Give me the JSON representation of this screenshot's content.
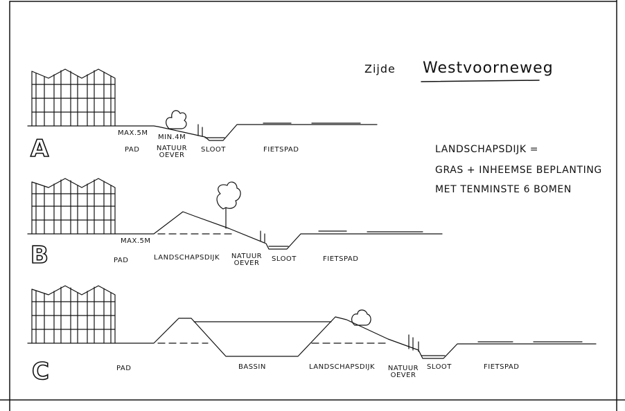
{
  "title": {
    "prefix": "Zijde",
    "name": "Westvoorneweg"
  },
  "note": {
    "lines": [
      "LANDSCHAPSDIJK =",
      "GRAS + INHEEMSE BEPLANTING",
      "MET TENMINSTE 6 BOMEN"
    ]
  },
  "sections": {
    "a": {
      "letter": "A",
      "labels": {
        "max": "MAX.5M",
        "min": "MIN.4M",
        "pad": "PAD",
        "natuuroever": "NATUUR OEVER",
        "sloot": "SLOOT",
        "fietspad": "FIETSPAD"
      }
    },
    "b": {
      "letter": "B",
      "labels": {
        "max": "MAX.5M",
        "pad": "PAD",
        "landschapsdijk": "LANDSCHAPSDIJK",
        "natuuroever": "NATUUR OEVER",
        "sloot": "SLOOT",
        "fietspad": "FIETSPAD"
      }
    },
    "c": {
      "letter": "C",
      "labels": {
        "pad": "PAD",
        "bassin": "BASSIN",
        "landschapsdijk": "LANDSCHAPSDIJK",
        "natuuroever": "NATUUR OEVER",
        "sloot": "SLOOT",
        "fietspad": "FIETSPAD"
      }
    }
  },
  "colors": {
    "ink": "#111111",
    "paper": "#ffffff"
  }
}
